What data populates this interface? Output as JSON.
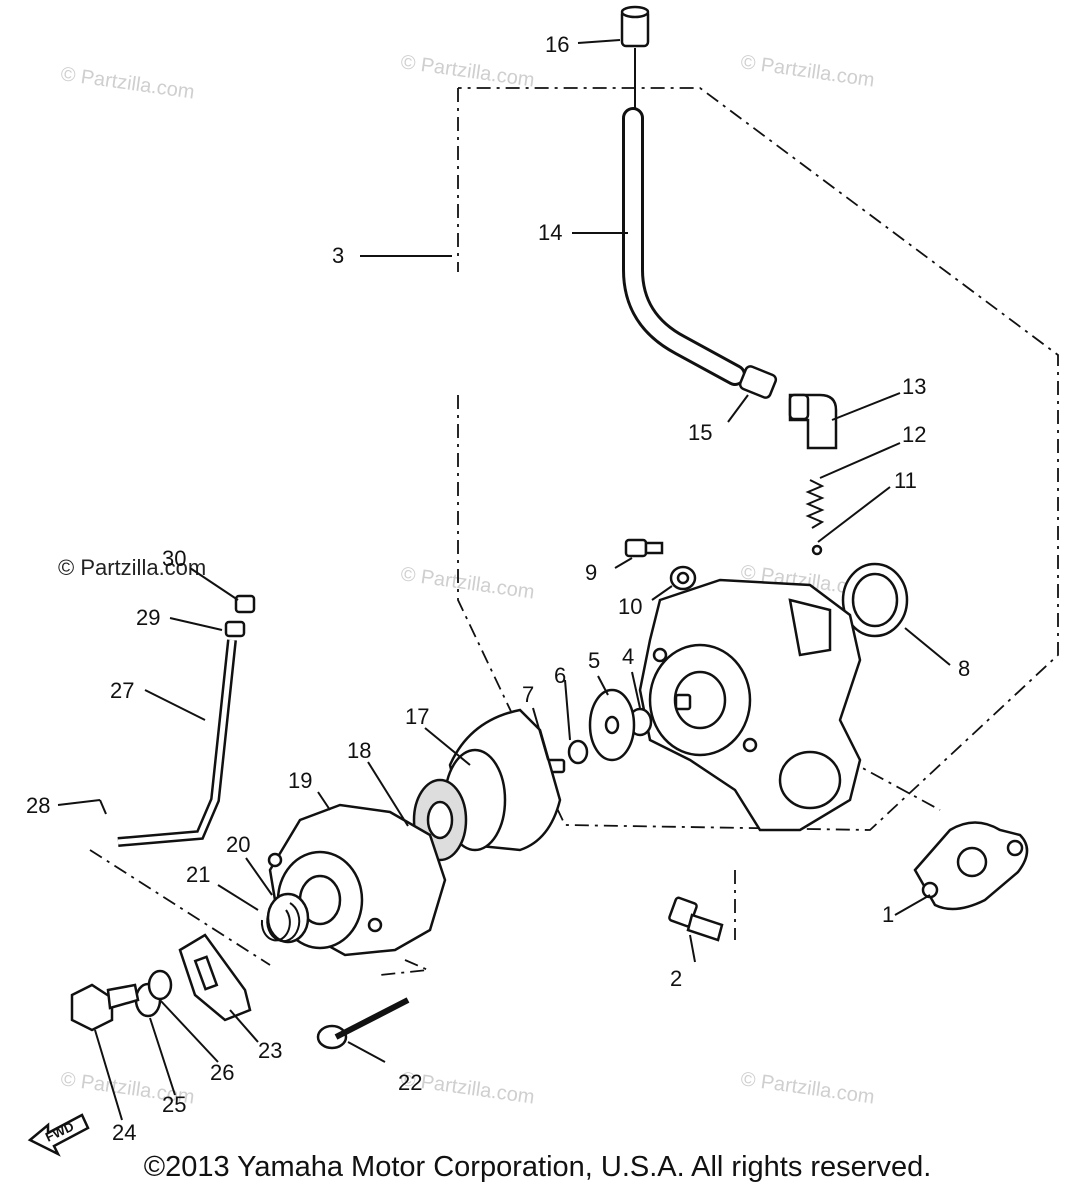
{
  "diagram": {
    "callouts": [
      {
        "id": "1",
        "text": "1"
      },
      {
        "id": "2",
        "text": "2"
      },
      {
        "id": "3",
        "text": "3"
      },
      {
        "id": "4",
        "text": "4"
      },
      {
        "id": "5",
        "text": "5"
      },
      {
        "id": "6",
        "text": "6"
      },
      {
        "id": "7",
        "text": "7"
      },
      {
        "id": "8",
        "text": "8"
      },
      {
        "id": "9",
        "text": "9"
      },
      {
        "id": "10",
        "text": "10"
      },
      {
        "id": "11",
        "text": "11"
      },
      {
        "id": "12",
        "text": "12"
      },
      {
        "id": "13",
        "text": "13"
      },
      {
        "id": "14",
        "text": "14"
      },
      {
        "id": "15",
        "text": "15"
      },
      {
        "id": "16",
        "text": "16"
      },
      {
        "id": "17",
        "text": "17"
      },
      {
        "id": "18",
        "text": "18"
      },
      {
        "id": "19",
        "text": "19"
      },
      {
        "id": "20",
        "text": "20"
      },
      {
        "id": "21",
        "text": "21"
      },
      {
        "id": "22",
        "text": "22"
      },
      {
        "id": "23",
        "text": "23"
      },
      {
        "id": "24",
        "text": "24"
      },
      {
        "id": "25",
        "text": "25"
      },
      {
        "id": "26",
        "text": "26"
      },
      {
        "id": "27",
        "text": "27"
      },
      {
        "id": "28",
        "text": "28"
      },
      {
        "id": "29",
        "text": "29"
      },
      {
        "id": "30",
        "text": "30"
      }
    ],
    "fwd_label": "FWD",
    "watermark": "© Partzilla.com",
    "copyright": "©2013 Yamaha Motor Corporation, U.S.A. All rights reserved."
  }
}
